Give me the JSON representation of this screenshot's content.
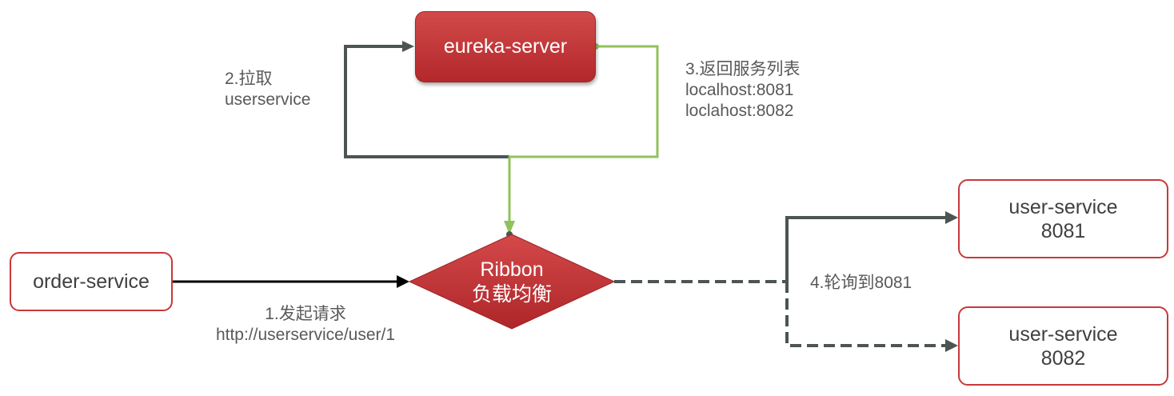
{
  "nodes": {
    "eureka": "eureka-server",
    "order": "order-service",
    "ribbon": [
      "Ribbon",
      "负载均衡"
    ],
    "user1": [
      "user-service",
      "8081"
    ],
    "user2": [
      "user-service",
      "8082"
    ]
  },
  "edges": {
    "pull": [
      "2.拉取",
      "userservice"
    ],
    "return": [
      "3.返回服务列表",
      "localhost:8081",
      "loclahost:8082"
    ],
    "request": [
      "1.发起请求",
      "http://userservice/user/1"
    ],
    "poll": "4.轮询到8081"
  },
  "colors": {
    "node_red": "#c8383a",
    "arrow_dark": "#4d5454",
    "arrow_green": "#92c15a",
    "arrow_black": "#000000",
    "text_gray": "#595959"
  }
}
